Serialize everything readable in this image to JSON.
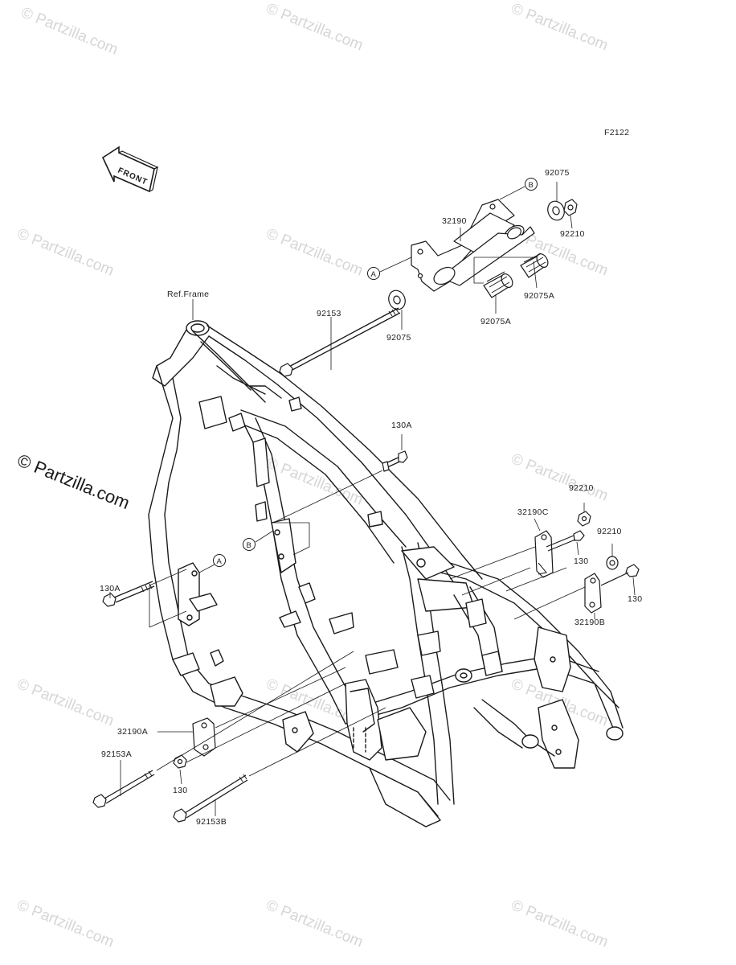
{
  "diagram_code": "F2122",
  "front_arrow_text": "FRONT",
  "watermark_text": "© Partzilla.com",
  "labels": {
    "ref_frame": "Ref.Frame",
    "p92075_top": "92075",
    "p92210_top": "92210",
    "p32190": "32190",
    "p92075a_right": "92075A",
    "p92075a_left": "92075A",
    "p92075_mid": "92075",
    "p92153": "92153",
    "p130a_top": "130A",
    "p92210_mid1": "92210",
    "p32190c": "32190C",
    "p130_mid": "130",
    "p92210_mid2": "92210",
    "p130_right": "130",
    "p32190b": "32190B",
    "p130a_left": "130A",
    "p32190a": "32190A",
    "p92153a": "92153A",
    "p130_bottom": "130",
    "p92153b": "92153B",
    "callout_a_top": "A",
    "callout_b_top": "B",
    "callout_a_mid": "A",
    "callout_b_mid": "B"
  }
}
